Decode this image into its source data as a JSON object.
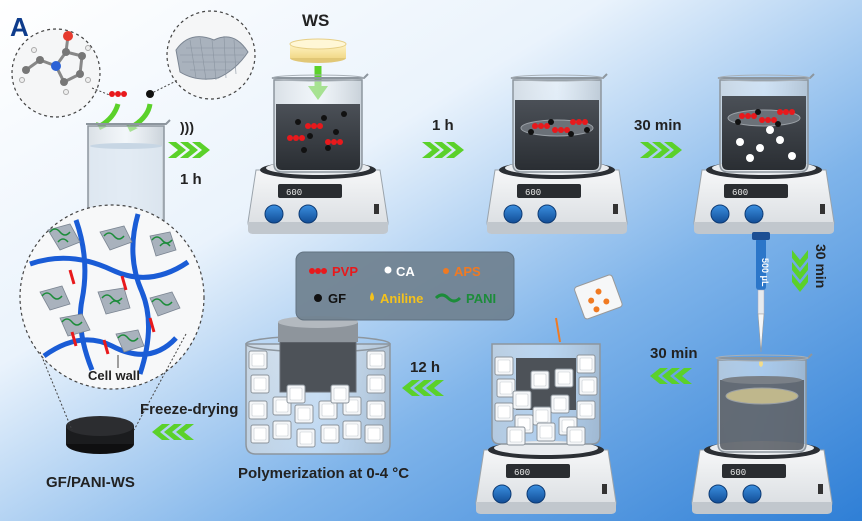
{
  "panel_label": "A",
  "steps": {
    "ws_label": "WS",
    "sonication_symbol": ")))",
    "t1": "1 h",
    "t2": "1 h",
    "t3": "30 min",
    "t4": "30 min",
    "t5": "30 min",
    "t6": "12 h",
    "pipette_label": "500 μL",
    "polymerization": "Polymerization at 0-4 °C",
    "freeze_drying": "Freeze-drying",
    "product": "GF/PANI-WS",
    "cell_wall": "Cell wall"
  },
  "legend": {
    "pvp": "PVP",
    "ca": "CA",
    "aps": "APS",
    "gf": "GF",
    "aniline": "Aniline",
    "pani": "PANI"
  },
  "hotplate_display": "600",
  "colors": {
    "bg_light": "#ffffff",
    "bg_dark": "#2f7fd6",
    "arrow_green": "#5bd12a",
    "pvp_red": "#e8191c",
    "aps_orange": "#f07a22",
    "aniline_yellow": "#f4c21c",
    "pani_green": "#1c8c3a",
    "fiber_blue": "#1a5cd6",
    "legend_bg": "#6f8190"
  }
}
